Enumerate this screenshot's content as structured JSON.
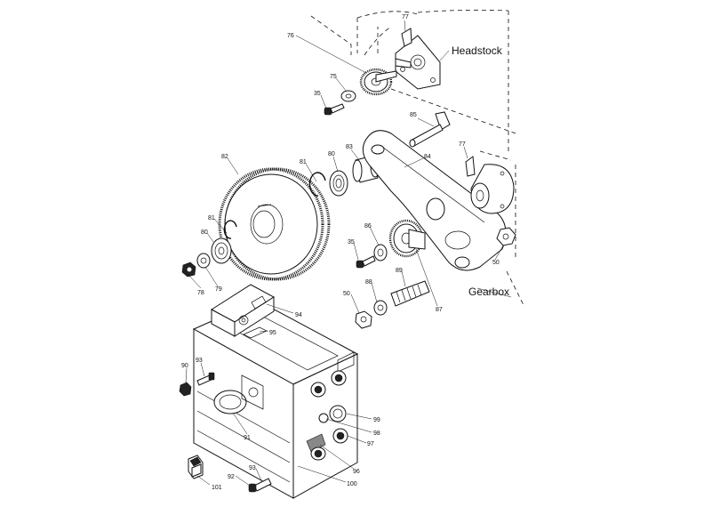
{
  "labels": {
    "headstock": "Headstock",
    "gearbox": "Gearbox"
  },
  "parts": {
    "p76": "76",
    "p77a": "77",
    "p75": "75",
    "p35a": "35",
    "p85": "85",
    "p77b": "77",
    "p84": "84",
    "p83": "83",
    "p82": "82",
    "p81a": "81",
    "p80a": "80",
    "p81b": "81",
    "p80b": "80",
    "p86": "86",
    "p35b": "35",
    "p50a": "50",
    "p78": "78",
    "p79": "79",
    "p89": "89",
    "p88": "88",
    "p50b": "50",
    "p87": "87",
    "p94": "94",
    "p95": "95",
    "p90": "90",
    "p93a": "93",
    "p91": "91",
    "p99": "99",
    "p98": "98",
    "p97": "97",
    "p96": "96",
    "p93b": "93",
    "p92": "92",
    "p100": "100",
    "p101": "101"
  }
}
